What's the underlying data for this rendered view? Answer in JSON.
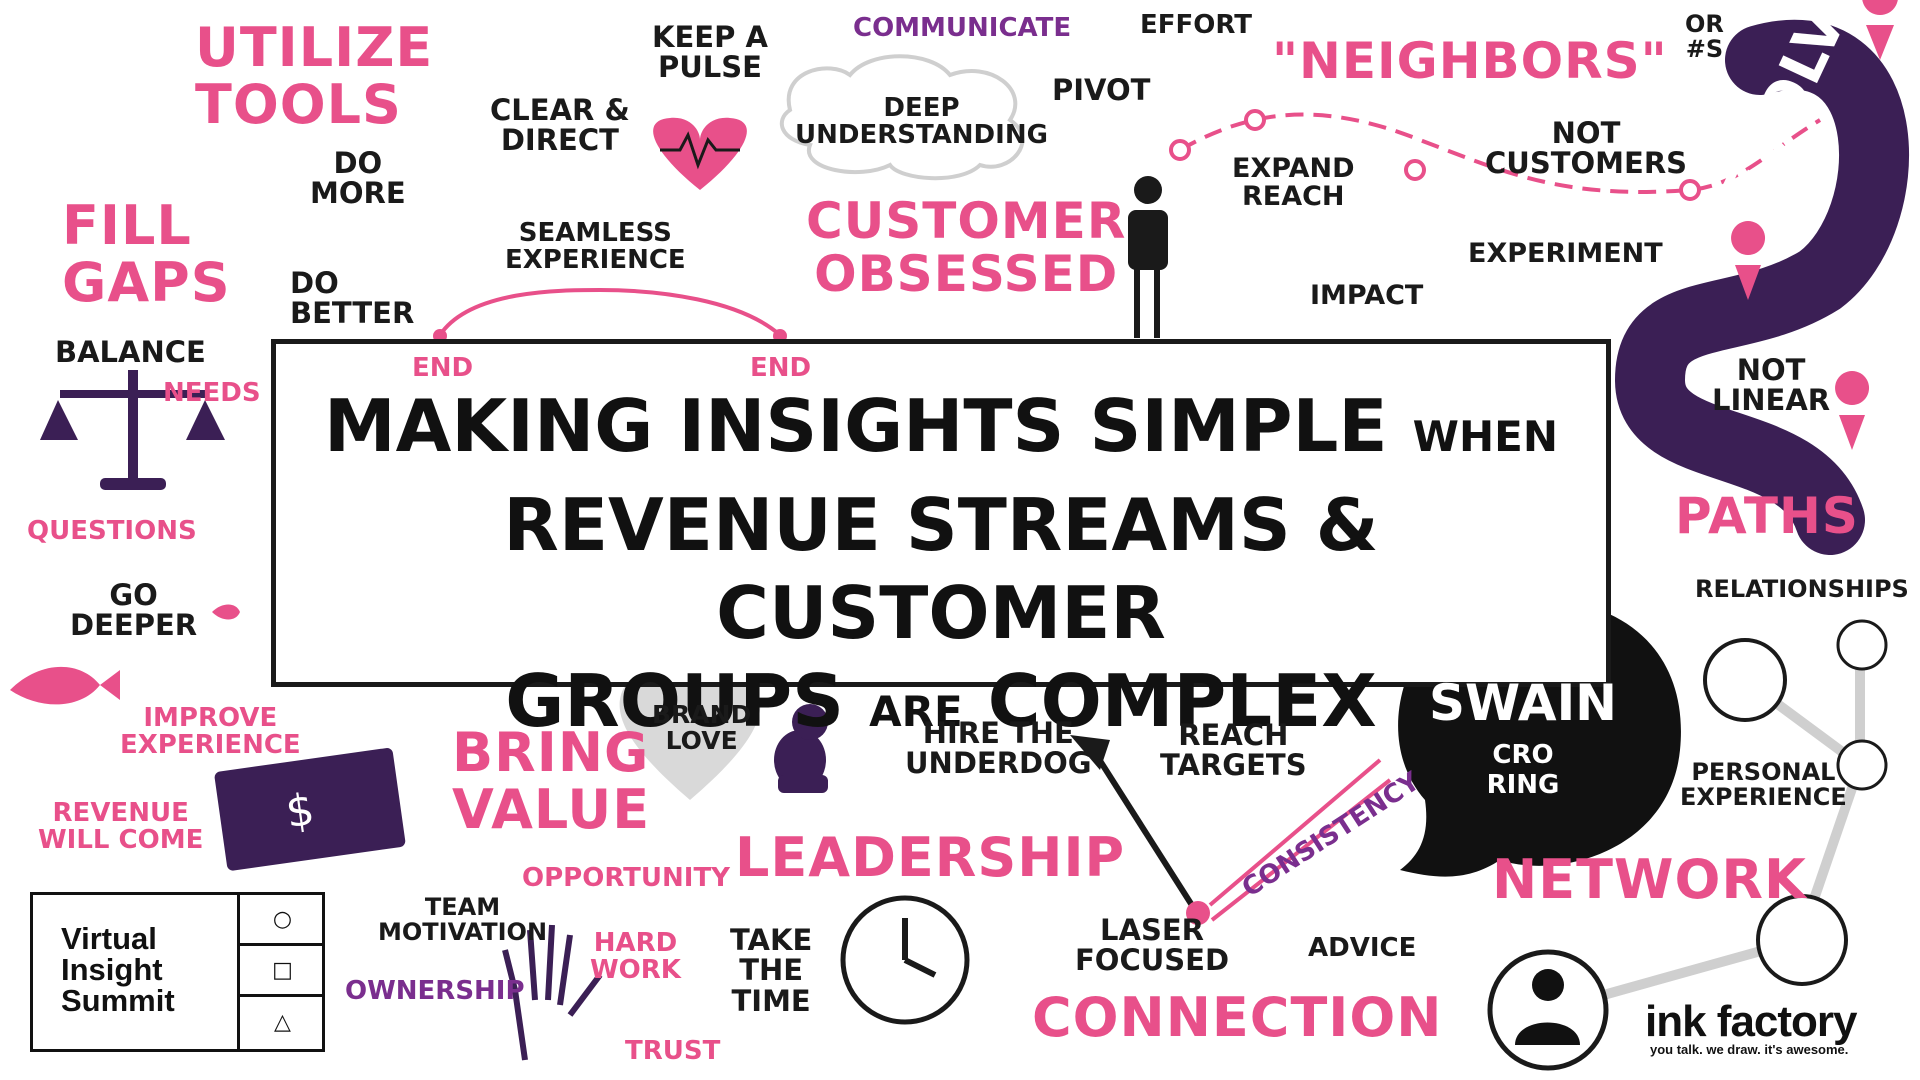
{
  "title": {
    "line1_main": "MAKING INSIGHTS SIMPLE",
    "line1_small": "WHEN",
    "line2": "REVENUE STREAMS & CUSTOMER",
    "line3_a": "GROUPS",
    "line3_small": "ARE",
    "line3_b": "COMPLEX"
  },
  "speaker": {
    "name": "MIMI\nSWAIN",
    "role": "CRO\nRING"
  },
  "event": {
    "name": "Virtual\nInsight\nSummit",
    "shapes": [
      "○",
      "□",
      "△"
    ]
  },
  "brand": {
    "logo_text": "ink factory",
    "tagline": "you talk. we draw. it's awesome."
  },
  "left": {
    "utilize_tools": "UTILIZE\nTOOLS",
    "fill_gaps": "FILL\nGAPS",
    "balance": "BALANCE",
    "needs": "NEEDS",
    "questions": "QUESTIONS",
    "go_deeper": "GO\nDEEPER",
    "improve_experience": "IMPROVE\nEXPERIENCE",
    "revenue_will_come": "REVENUE\nWILL COME"
  },
  "top_center": {
    "keep_a_pulse": "KEEP A\nPULSE",
    "clear_direct": "CLEAR &\nDIRECT",
    "do_more": "DO\nMORE",
    "do_better": "DO\nBETTER",
    "seamless_experience": "SEAMLESS\nEXPERIENCE",
    "end_left": "END",
    "end_right": "END",
    "communicate": "COMMUNICATE",
    "deep_understanding": "DEEP\nUNDERSTANDING",
    "customer_obsessed": "CUSTOMER\nOBSESSED",
    "pivot": "PIVOT"
  },
  "top_right": {
    "effort": "EFFORT",
    "neighbors": "\"NEIGHBORS\"",
    "or_numbers": "OR\n#s",
    "not_customers": "NOT\nCUSTOMERS",
    "expand_reach": "EXPAND\nREACH",
    "experiment": "EXPERIMENT",
    "impact": "IMPACT",
    "evolve": "EVOLVE!",
    "not_linear": "NOT\nLINEAR",
    "paths": "PATHS"
  },
  "bottom_center": {
    "brand_love": "BRAND\nLOVE",
    "bring_value": "BRING\nVALUE",
    "hire_the_underdog": "HIRE THE\nUNDERDOG",
    "leadership": "LEADERSHIP",
    "team_motivation": "TEAM\nMOTIVATION",
    "opportunity": "OPPORTUNITY",
    "hard_work": "HARD\nWORK",
    "ownership": "OWNERSHIP",
    "trust": "TRUST",
    "take_the_time": "TAKE\nTHE\nTIME",
    "reach_targets": "REACH\nTARGETS",
    "consistency": "CONSISTENCY",
    "laser_focused": "LASER\nFOCUSED",
    "connection": "CONNECTION"
  },
  "bottom_right": {
    "relationships": "RELATIONSHIPS",
    "personal_experience": "PERSONAL\nEXPERIENCE",
    "network": "NETWORK",
    "advice": "ADVICE"
  },
  "colors": {
    "pink": "#e8508a",
    "purple": "#3b1f55",
    "ink": "#1a1a1a",
    "grey": "#cfcfcf"
  }
}
